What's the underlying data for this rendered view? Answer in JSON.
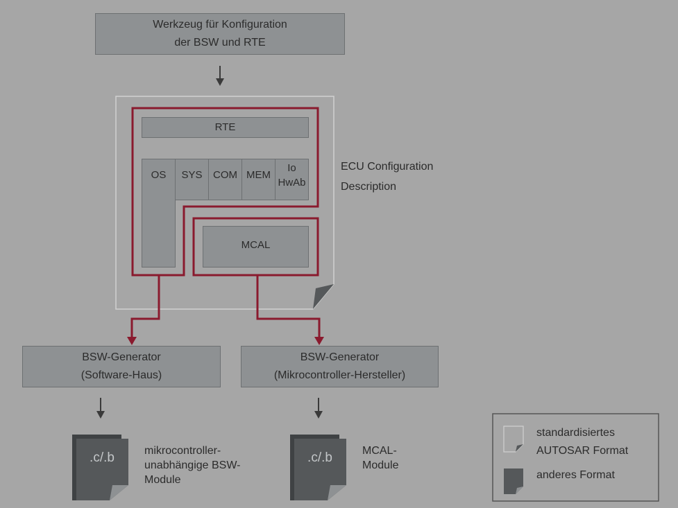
{
  "config_tool": {
    "line1": "Werkzeug für Konfiguration",
    "line2": "der BSW und RTE"
  },
  "ecu": {
    "rte": "RTE",
    "os": "OS",
    "sys": "SYS",
    "com": "COM",
    "mem": "MEM",
    "io_line1": "Io",
    "io_line2": "HwAb",
    "mcal": "MCAL",
    "label_line1": "ECU Configuration",
    "label_line2": "Description"
  },
  "generator_left": {
    "line1": "BSW-Generator",
    "line2": "(Software-Haus)"
  },
  "generator_right": {
    "line1": "BSW-Generator",
    "line2": "(Mikrocontroller-Hersteller)"
  },
  "output_left": {
    "file_ext": ".c/.b",
    "line1": "mikrocontroller-",
    "line2": "unabhängige BSW-",
    "line3": "Module"
  },
  "output_right": {
    "file_ext": ".c/.b",
    "line1": "MCAL-",
    "line2": "Module"
  },
  "legend": {
    "standard_line1": "standardisiertes",
    "standard_line2": "AUTOSAR Format",
    "other": "anderes Format"
  },
  "colors": {
    "background": "#a6a6a6",
    "box_fill": "#8e9193",
    "highlight": "#8a1a2e",
    "arrow": "#3a3a3a",
    "file_dark": "#55585a"
  }
}
